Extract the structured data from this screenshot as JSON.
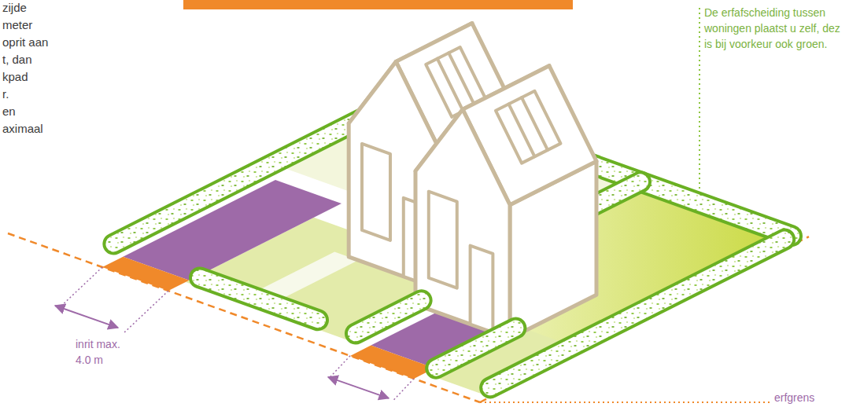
{
  "diagram": {
    "labels": [
      "zijde",
      "meter",
      "oprit aan",
      "t, dan",
      "kpad",
      "r.",
      "en",
      "aximaal",
      "De erfafscheiding tussen woningen plaatst u zelf, dez is bij voorkeur ook groen.",
      "inrit max. 4.0 m",
      "erfgrens"
    ]
  }
}
